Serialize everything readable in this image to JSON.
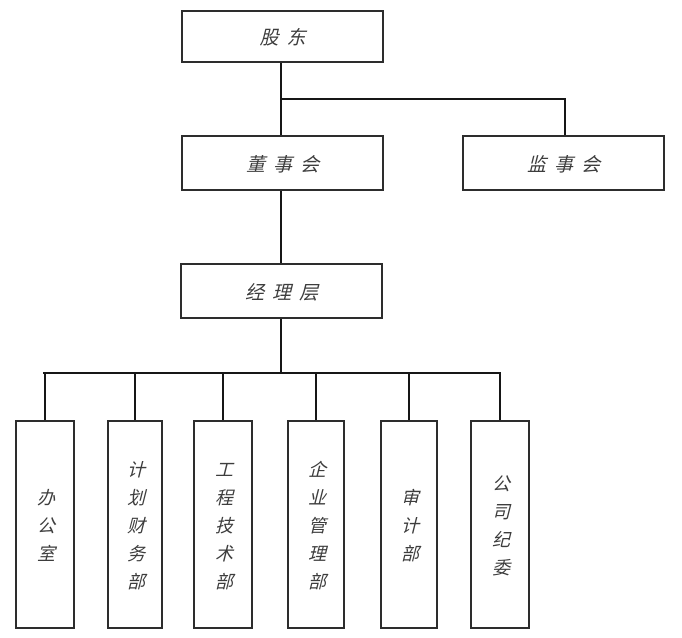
{
  "diagram": {
    "type": "org-chart",
    "nodes": {
      "shareholders": {
        "label": "股东"
      },
      "board_of_directors": {
        "label": "董事会"
      },
      "supervisory_board": {
        "label": "监事会"
      },
      "management": {
        "label": "经理层"
      },
      "departments": [
        {
          "label": "办公室"
        },
        {
          "label": "计划财务部"
        },
        {
          "label": "工程技术部"
        },
        {
          "label": "企业管理部"
        },
        {
          "label": "审计部"
        },
        {
          "label": "公司纪委"
        }
      ]
    },
    "edges": [
      {
        "from": "股东",
        "to": "董事会"
      },
      {
        "from": "股东",
        "to": "监事会"
      },
      {
        "from": "董事会",
        "to": "经理层"
      },
      {
        "from": "经理层",
        "to": "办公室"
      },
      {
        "from": "经理层",
        "to": "计划财务部"
      },
      {
        "from": "经理层",
        "to": "工程技术部"
      },
      {
        "from": "经理层",
        "to": "企业管理部"
      },
      {
        "from": "经理层",
        "to": "审计部"
      },
      {
        "from": "经理层",
        "to": "公司纪委"
      }
    ],
    "colors": {
      "line": "#161616",
      "box_border": "#2d2d2d",
      "box_fill": "#ffffff",
      "text": "#3d3d3d"
    }
  }
}
